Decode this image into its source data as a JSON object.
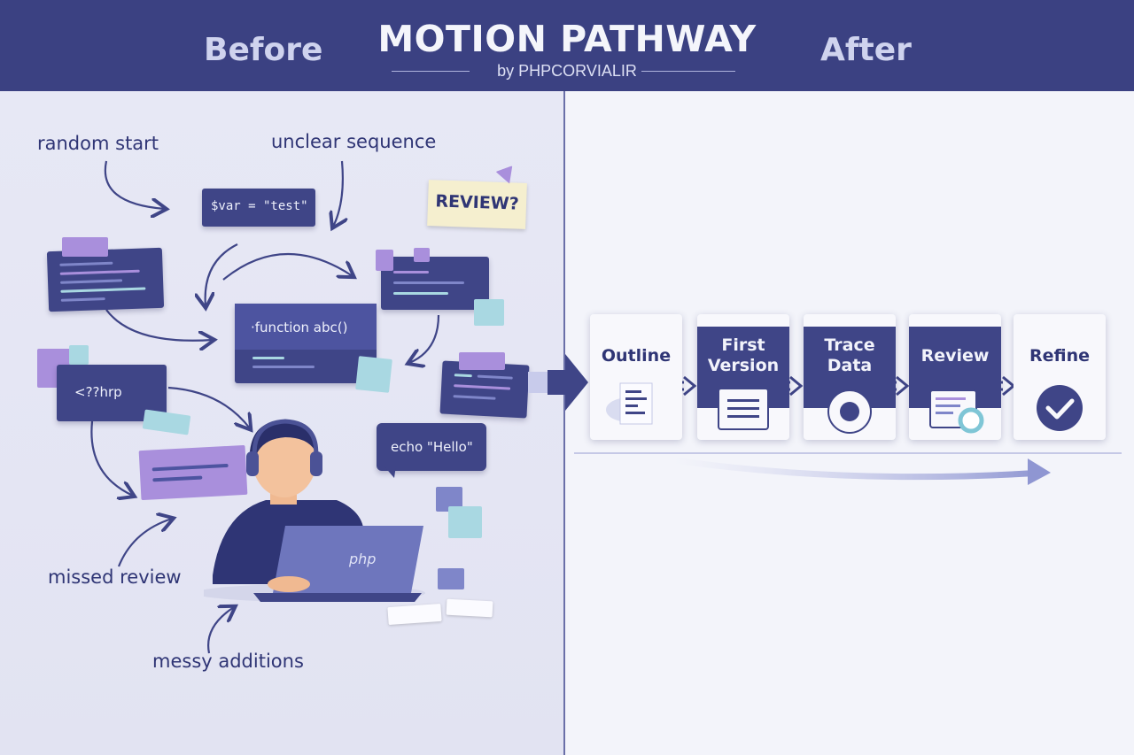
{
  "header": {
    "before_label": "Before",
    "title": "MOTION PATHWAY",
    "subtitle": "by PHPCORVIALIR",
    "after_label": "After"
  },
  "before": {
    "annotations": {
      "random_start": "random start",
      "unclear_sequence": "unclear sequence",
      "missed_review": "missed review",
      "messy_additions": "messy additions"
    },
    "code_snippets": {
      "var_test": "$var = \"test\"",
      "function_abc": "·function abc()",
      "broken_tag": "<??hrp",
      "echo_hello": "echo \"Hello\""
    },
    "sticky_review": "REVIEW?",
    "laptop_label": "php"
  },
  "after": {
    "steps": [
      {
        "label": "Outline",
        "icon": "outline-document-icon"
      },
      {
        "label": "First Version",
        "icon": "document-lines-icon"
      },
      {
        "label": "Trace Data",
        "icon": "target-circle-icon"
      },
      {
        "label": "Review",
        "icon": "review-magnify-icon"
      },
      {
        "label": "Refine",
        "icon": "checkmark-badge-icon"
      }
    ]
  },
  "colors": {
    "navy": "#3b4182",
    "card": "#3f4587",
    "lavender": "#a98fdc",
    "mint": "#a9d8e2",
    "panel_left": "#e5e6f3",
    "panel_right": "#f3f4fa"
  }
}
